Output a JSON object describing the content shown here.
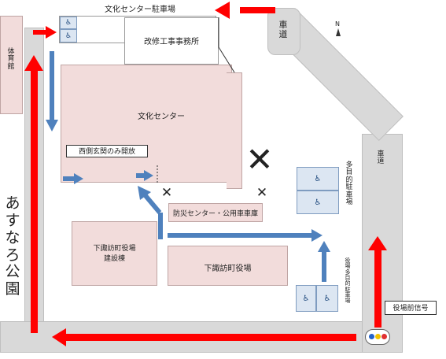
{
  "labels": {
    "parking_top": "文化センター駐車場",
    "construction_office": "改修工事事務所",
    "gym": "体育館",
    "culture_center": "文化センター",
    "west_entrance_only": "西側玄関のみ開放",
    "disaster_center_garage": "防災センター・公用車車庫",
    "construction_bldg": "下諏訪町役場\n建設棟",
    "town_office": "下諏訪町役場",
    "park": "あすなろ公園",
    "road_top": "車道",
    "road_right": "車道",
    "multi_parking": "多目的駐車場",
    "office_multi_parking": "役場多目的駐車場",
    "signal": "役場前信号",
    "north": "N"
  },
  "icons": {
    "accessible": "♿",
    "closed_mark": "✕"
  },
  "colors": {
    "building": "#f2dcdb",
    "road": "#d9d9d9",
    "red_route": "#ff0000",
    "blue_route": "#4f81bd",
    "parking": "#dce6f2"
  }
}
